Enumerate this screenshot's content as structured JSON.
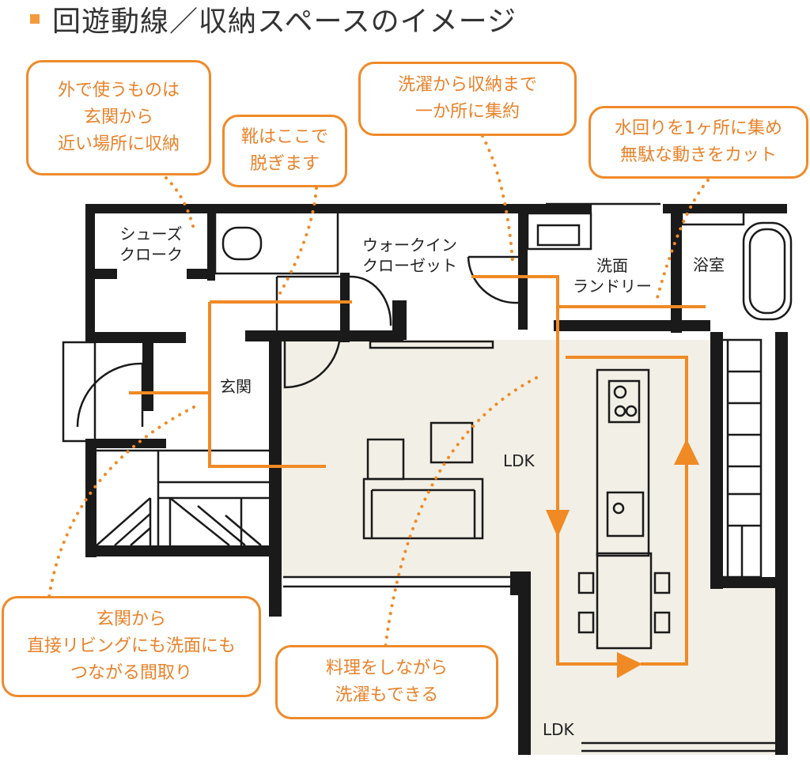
{
  "title": "回遊動線／収納スペースのイメージ",
  "colors": {
    "accent": "#f08a24",
    "wall": "#1a1a1a",
    "floor": "#f2efe6"
  },
  "notes": {
    "outdoor_storage": [
      "外で使うものは",
      "玄関から",
      "近い場所に収納"
    ],
    "shoes": [
      "靴はここで",
      "脱ぎます"
    ],
    "laundry_storage": [
      "洗濯から収納まで",
      "一か所に集約"
    ],
    "water": [
      "水回りを1ヶ所に集め",
      "無駄な動きをカット"
    ],
    "entrance_access": [
      "玄関から",
      "直接リビングにも洗面にも",
      "つながる間取り"
    ],
    "cooking": [
      "料理をしながら",
      "洗濯もできる"
    ]
  },
  "rooms": {
    "shoe_closet": [
      "シューズ",
      "クローク"
    ],
    "walk_in": [
      "ウォークイン",
      "クローゼット"
    ],
    "washroom": [
      "洗面",
      "ランドリー"
    ],
    "bath": "浴室",
    "entrance": "玄関",
    "ldk_main": "LDK",
    "ldk_bottom": "LDK"
  }
}
